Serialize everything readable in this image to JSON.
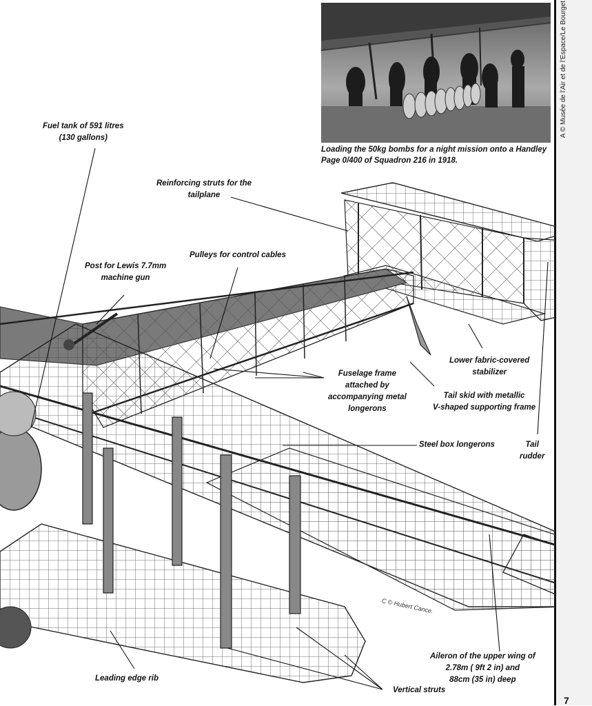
{
  "photo": {
    "credit": "A © Musée de l'Air et de l'Espace/Le Bourget.",
    "caption": "Loading the 50kg bombs for a night mission onto a Handley Page 0/400 of Squadron 216 in 1918."
  },
  "labels": {
    "fuel_tank": "Fuel tank of 591 litres\n(130 gallons)",
    "reinforcing_struts": "Reinforcing struts for the\ntailplane",
    "pulleys": "Pulleys for control cables",
    "lewis_post": "Post for Lewis 7.7mm\nmachine gun",
    "lower_stabilizer": "Lower fabric-covered\nstabilizer",
    "fuselage_frame": "Fuselage frame\nattached by\naccompanying metal\nlongerons",
    "tail_skid": "Tail skid with metallic\nV-shaped supporting frame",
    "steel_longerons": "Steel box longerons",
    "tail_rudder": "Tail\nrudder",
    "aileron": "Aileron of the upper wing of\n2.78m ( 9ft 2 in) and\n88cm (35 in) deep",
    "leading_edge": "Leading edge rib",
    "vertical_struts": "Vertical struts"
  },
  "artist_signature": "C © Hubert Cance.",
  "page_number": "7"
}
